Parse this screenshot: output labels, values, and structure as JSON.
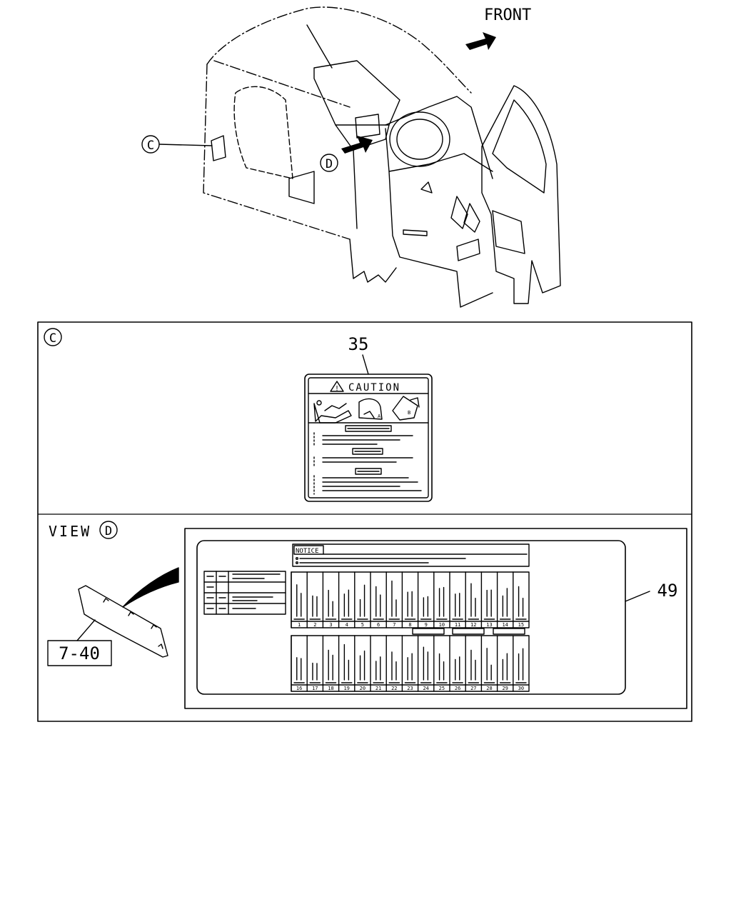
{
  "overview": {
    "front_label": "FRONT",
    "callout_c": "C",
    "callout_d": "D"
  },
  "section_c": {
    "marker": "C",
    "part_number": "35",
    "caution_label": {
      "header": "CAUTION",
      "warning_glyph": "!",
      "figure_a": "A",
      "figure_b": "B"
    }
  },
  "section_d": {
    "view_label": "VIEW",
    "view_marker": "D",
    "part_ref": "7-40",
    "part_number": "49",
    "notice_label": {
      "title": "NOTICE",
      "row1": [
        "1",
        "2",
        "3",
        "4",
        "5",
        "6",
        "7",
        "8",
        "9",
        "10",
        "11",
        "12",
        "13",
        "14",
        "15"
      ],
      "row2": [
        "16",
        "17",
        "18",
        "19",
        "20",
        "21",
        "22",
        "23",
        "24",
        "25",
        "26",
        "27",
        "28",
        "29",
        "30"
      ]
    }
  }
}
